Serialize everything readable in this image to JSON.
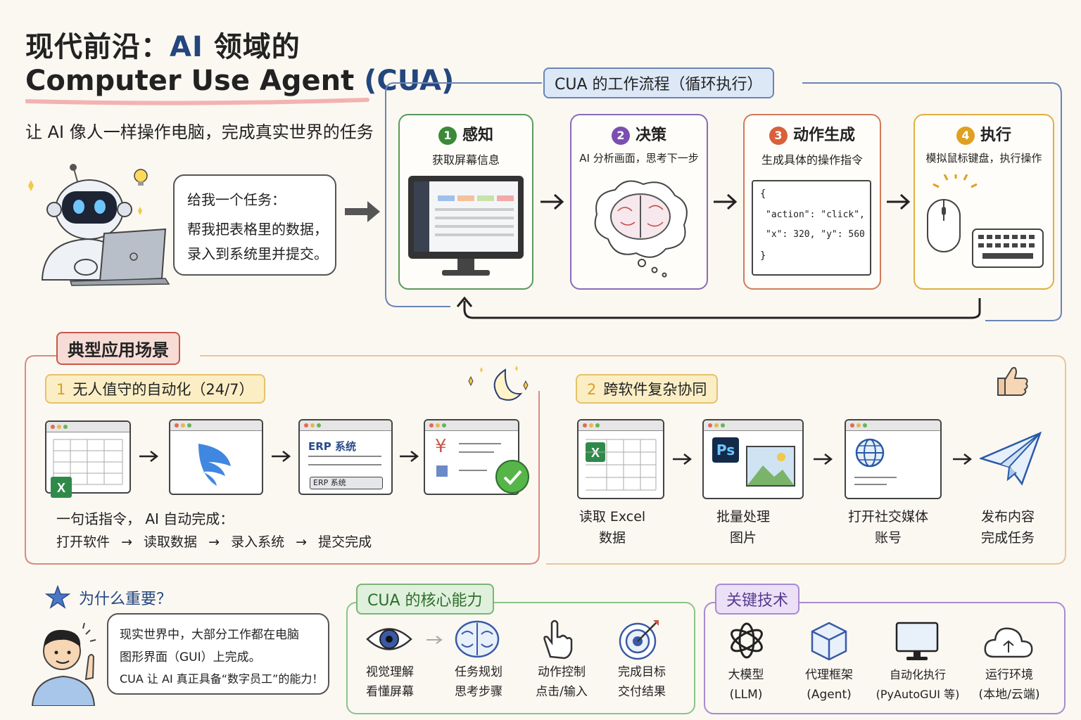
{
  "header": {
    "title_line1_prefix": "现代前沿：",
    "title_line1_ai": "AI",
    "title_line1_suffix": "领域的",
    "title_line2_main": "Computer Use Agent ",
    "title_line2_abbr": "(CUA)",
    "subtitle": "让 AI 像人一样操作电脑，完成真实世界的任务"
  },
  "intro_bubble": {
    "line1": "给我一个任务：",
    "line2": "帮我把表格里的数据，",
    "line3": "录入到系统里并提交。"
  },
  "workflow": {
    "title": "CUA 的工作流程（循环执行）",
    "steps": [
      {
        "num": "1",
        "title": "感知",
        "desc": "获取屏幕信息",
        "color": "#3a8a3a"
      },
      {
        "num": "2",
        "title": "决策",
        "desc": "AI 分析画面，思考下一步",
        "color": "#7a4fb0"
      },
      {
        "num": "3",
        "title": "动作生成",
        "desc": "生成具体的操作指令",
        "color": "#d8603a"
      },
      {
        "num": "4",
        "title": "执行",
        "desc": "模拟鼠标键盘，执行操作",
        "color": "#e0a020"
      }
    ],
    "code": {
      "open": "{",
      "line1": "\"action\": \"click\",",
      "line2": "\"x\": 320, \"y\": 560",
      "close": "}"
    }
  },
  "scenarios": {
    "title": "典型应用场景",
    "s1": {
      "num": "1",
      "title": "无人值守的自动化（24/7）",
      "erp1": "ERP 系统",
      "erp2": "ERP 系统",
      "yen": "¥",
      "desc": "一句话指令， AI 自动完成：",
      "flow": [
        "打开软件",
        "读取数据",
        "录入系统",
        "提交完成"
      ]
    },
    "s2": {
      "num": "2",
      "title": "跨软件复杂协同",
      "ps": "Ps",
      "items": [
        {
          "l1": "读取 Excel",
          "l2": "数据"
        },
        {
          "l1": "批量处理",
          "l2": "图片"
        },
        {
          "l1": "打开社交媒体",
          "l2": "账号"
        },
        {
          "l1": "发布内容",
          "l2": "完成任务"
        }
      ]
    }
  },
  "why": {
    "title": "为什么重要？",
    "line1": "现实世界中，大部分工作都在电脑",
    "line2": "图形界面（GUI）上完成。",
    "line3": "CUA 让 AI 真正具备“数字员工”的能力！"
  },
  "abilities": {
    "title": "CUA 的核心能力",
    "items": [
      {
        "icon": "eye-icon",
        "l1": "视觉理解",
        "l2": "看懂屏幕"
      },
      {
        "icon": "brain-icon",
        "l1": "任务规划",
        "l2": "思考步骤"
      },
      {
        "icon": "hand-pointer-icon",
        "l1": "动作控制",
        "l2": "点击/输入"
      },
      {
        "icon": "target-icon",
        "l1": "完成目标",
        "l2": "交付结果"
      }
    ]
  },
  "tech": {
    "title": "关键技术",
    "items": [
      {
        "icon": "openai-knot-icon",
        "l1": "大模型",
        "l2": "(LLM)"
      },
      {
        "icon": "cube-icon",
        "l1": "代理框架",
        "l2": "(Agent)"
      },
      {
        "icon": "monitor-icon",
        "l1": "自动化执行",
        "l2": "(PyAutoGUI 等)"
      },
      {
        "icon": "cloud-icon",
        "l1": "运行环境",
        "l2": "(本地/云端)"
      }
    ]
  },
  "colors": {
    "green": "#3a8a3a",
    "purple": "#7a4fb0",
    "orange": "#d8603a",
    "yellow": "#e0a020",
    "blue": "#3a64a8",
    "red": "#c8574a",
    "navy": "#23467e"
  }
}
